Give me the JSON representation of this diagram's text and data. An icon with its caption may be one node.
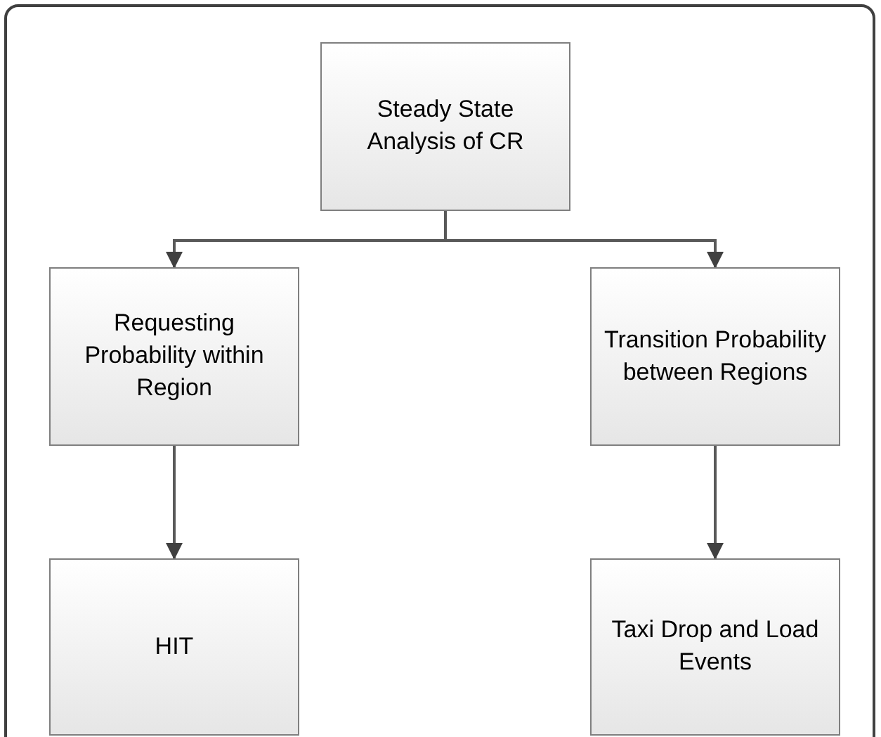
{
  "diagram": {
    "nodes": [
      {
        "text": [
          "Steady State Analysis of CR"
        ]
      },
      {
        "text": [
          "Requesting Probability within Region"
        ]
      },
      {
        "text": [
          "Transition Probability between Regions"
        ]
      },
      {
        "text": [
          "HIT"
        ]
      },
      {
        "text": [
          "Taxi Drop and Load Events"
        ]
      }
    ],
    "edges": [
      {
        "from": 0,
        "to": 1,
        "arrow": "to"
      },
      {
        "from": 0,
        "to": 2,
        "arrow": "to"
      },
      {
        "from": 1,
        "to": 3,
        "arrow": "to"
      },
      {
        "from": 2,
        "to": 4,
        "arrow": "to"
      }
    ]
  }
}
